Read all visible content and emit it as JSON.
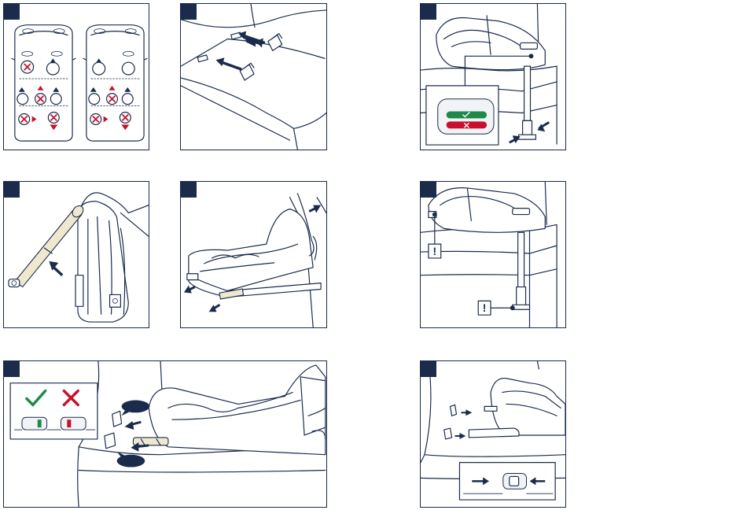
{
  "figure": {
    "panels": [
      {
        "id": "p1",
        "icon": "car-seat-position-icon"
      },
      {
        "id": "p2",
        "icon": "isofix-guide-icon"
      },
      {
        "id": "p3",
        "icon": "leg-indicator-icon"
      },
      {
        "id": "p4",
        "icon": "isofix-arm-icon"
      },
      {
        "id": "p5",
        "icon": "base-lift-icon"
      },
      {
        "id": "p6",
        "icon": "warning-icon"
      },
      {
        "id": "p7",
        "icon": "check-cross-icon"
      },
      {
        "id": "p8",
        "icon": "isofix-connect-icon"
      }
    ],
    "warning_symbol": "!",
    "colors": {
      "line": "#1a2b4c",
      "accent_red": "#c8102e",
      "accent_green": "#1e8a4a",
      "accent_beige": "#efe8cf"
    }
  }
}
